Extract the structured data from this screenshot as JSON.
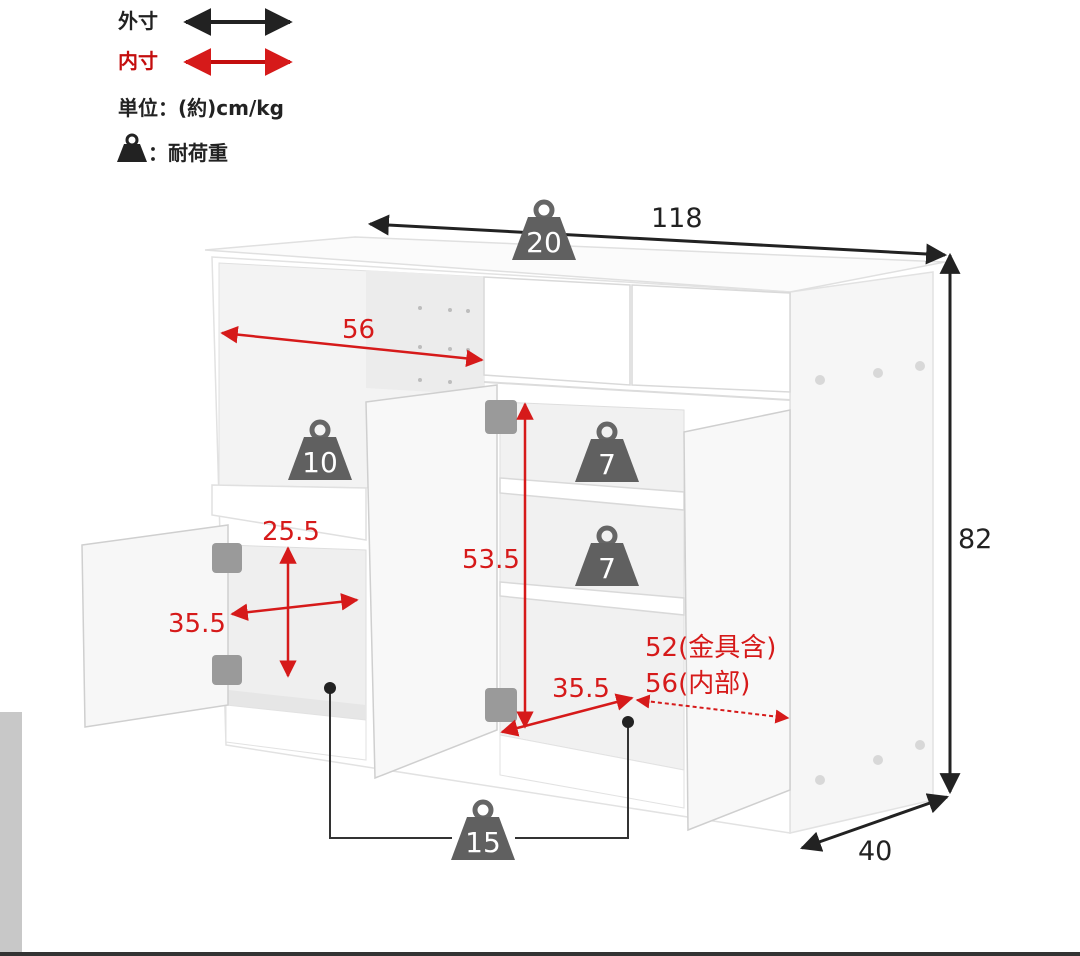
{
  "legend": {
    "outer_label": "外寸",
    "inner_label": "内寸",
    "unit_label": "単位：(約)cm/kg",
    "load_label": "：耐荷重",
    "outer_color": "#222222",
    "inner_color": "#c40e0e",
    "load_icon": "weight-icon"
  },
  "outer_dimensions": {
    "width": "118",
    "height": "82",
    "depth": "40"
  },
  "inner_dimensions": {
    "open_shelf_width": "56",
    "left_cabinet_height": "25.5",
    "left_cabinet_depth": "35.5",
    "center_cabinet_height": "53.5",
    "center_cabinet_depth": "35.5",
    "center_cabinet_width_hardware": "52(金具含)",
    "center_cabinet_width_inner": "56(内部)"
  },
  "load_capacities": {
    "top": "20",
    "open_shelf": "10",
    "upper_shelf": "7",
    "lower_shelf": "7",
    "bottom": "15"
  }
}
